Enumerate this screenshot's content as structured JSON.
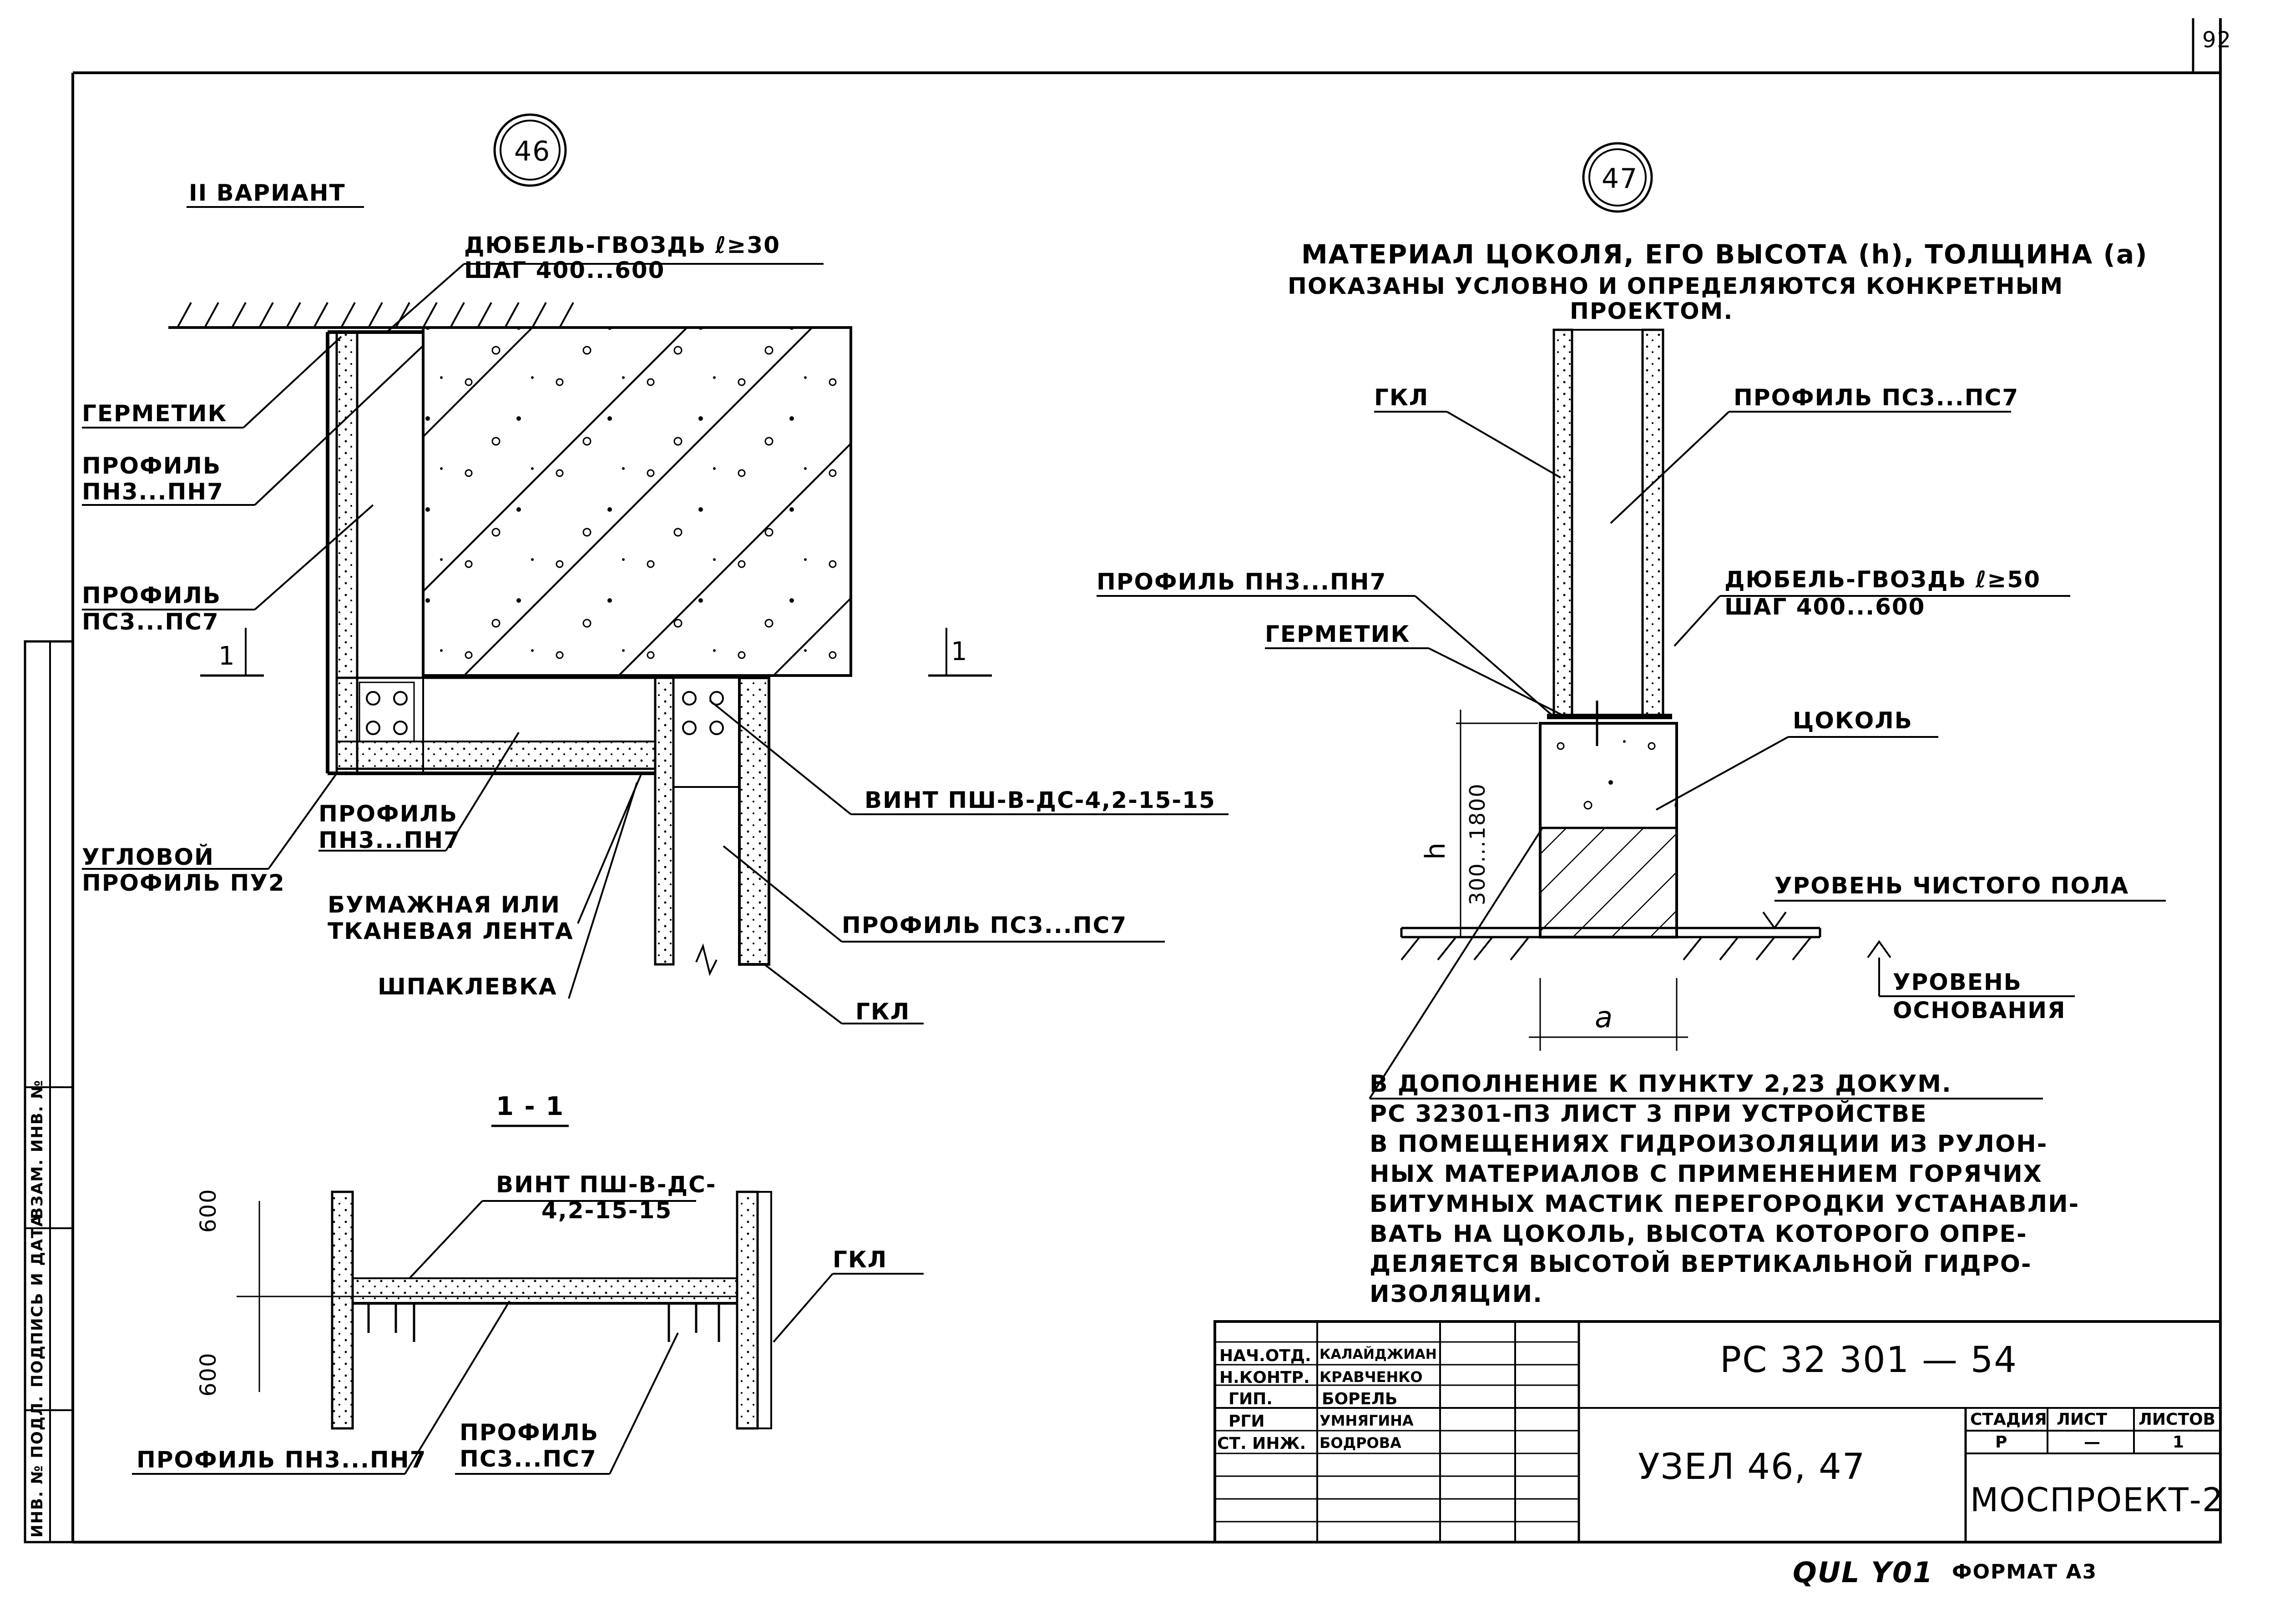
{
  "sheet": {
    "page_number": "92",
    "format": "ФОРМАТ А3",
    "inventory_mark": "QUL Y01"
  },
  "node46": {
    "number": "46",
    "variant": "II ВАРИАНТ",
    "dowel": "ДЮБЕЛЬ-ГВОЗДЬ ℓ≥30",
    "dowel_step": "ШАГ 400...600",
    "hermetic": "ГЕРМЕТИК",
    "profile_pn_1": "ПРОФИЛЬ",
    "profile_pn_2": "ПН3...ПН7",
    "profile_ps_1": "ПРОФИЛЬ",
    "profile_ps_2": "ПС3...ПС7",
    "section_mark_left": "1",
    "section_mark_right": "1",
    "screw": "ВИНТ ПШ-В-ДС-4,2-15-15",
    "profile_pn_low_1": "ПРОФИЛЬ",
    "profile_pn_low_2": "ПН3...ПН7",
    "corner_1": "УГЛОВОЙ",
    "corner_2": "ПРОФИЛЬ ПУ2",
    "tape_1": "БУМАЖНАЯ ИЛИ",
    "tape_2": "ТКАНЕВАЯ ЛЕНТА",
    "ps_right": "ПРОФИЛЬ ПС3...ПС7",
    "putty": "ШПАКЛЕВКА",
    "gkl": "ГКЛ"
  },
  "section11": {
    "title": "1 - 1",
    "screw_1": "ВИНТ ПШ-В-ДС-",
    "screw_2": "4,2-15-15",
    "gkl": "ГКЛ",
    "dim_top": "600",
    "dim_bottom": "600",
    "pn": "ПРОФИЛЬ ПН3...ПН7",
    "ps_1": "ПРОФИЛЬ",
    "ps_2": "ПС3...ПС7"
  },
  "node47": {
    "number": "47",
    "header_1": "МАТЕРИАЛ ЦОКОЛЯ, ЕГО ВЫСОТА (h), ТОЛЩИНА (a)",
    "header_2": "ПОКАЗАНЫ УСЛОВНО И ОПРЕДЕЛЯЮТСЯ КОНКРЕТНЫМ",
    "header_3": "ПРОЕКТОМ.",
    "gkl": "ГКЛ",
    "ps": "ПРОФИЛЬ ПС3...ПС7",
    "pn": "ПРОФИЛЬ ПН3...ПН7",
    "hermetic": "ГЕРМЕТИК",
    "dowel": "ДЮБЕЛЬ-ГВОЗДЬ ℓ≥50",
    "dowel_step": "ШАГ 400...600",
    "plinth": "ЦОКОЛЬ",
    "h": "h",
    "h_dim": "300...1800",
    "floor": "УРОВЕНЬ ЧИСТОГО ПОЛА",
    "base_1": "УРОВЕНЬ",
    "base_2": "ОСНОВАНИЯ",
    "a": "a",
    "note": [
      "В ДОПОЛНЕНИЕ К ПУНКТУ 2,23 ДОКУМ.",
      "РС 32301-ПЗ ЛИСТ 3   ПРИ УСТРОЙСТВЕ",
      "В ПОМЕЩЕНИЯХ ГИДРОИЗОЛЯЦИИ ИЗ РУЛОН-",
      "НЫХ МАТЕРИАЛОВ С ПРИМЕНЕНИЕМ ГОРЯЧИХ",
      "БИТУМНЫХ МАСТИК ПЕРЕГОРОДКИ УСТАНАВЛИ-",
      "ВАТЬ НА ЦОКОЛЬ, ВЫСОТА КОТОРОГО ОПРЕ-",
      "ДЕЛЯЕТСЯ ВЫСОТОЙ ВЕРТИКАЛЬНОЙ ГИДРО-",
      "ИЗОЛЯЦИИ."
    ]
  },
  "title_block": {
    "doc": "РС 32 301 — 54",
    "name": "УЗЕЛ 46, 47",
    "roles": [
      "НАЧ.ОТД.",
      "Н.КОНТР.",
      "ГИП.",
      "РГИ",
      "СТ. ИНЖ."
    ],
    "people": [
      "КАЛАЙДЖИАН",
      "КРАВЧЕНКО",
      "БОРЕЛЬ",
      "УМНЯГИНА",
      "БОДРОВА"
    ],
    "h_stage": "СТАДИЯ",
    "h_sheet": "ЛИСТ",
    "h_sheets": "ЛИСТОВ",
    "stage": "Р",
    "sheet": "—",
    "sheets": "1",
    "org": "МОСПРОЕКТ-2"
  },
  "side_stamp": {
    "inv": "ИНВ. № ПОДЛ.",
    "sign": "ПОДПИСЬ И ДАТА",
    "replace": "ВЗАМ. ИНВ. №"
  }
}
